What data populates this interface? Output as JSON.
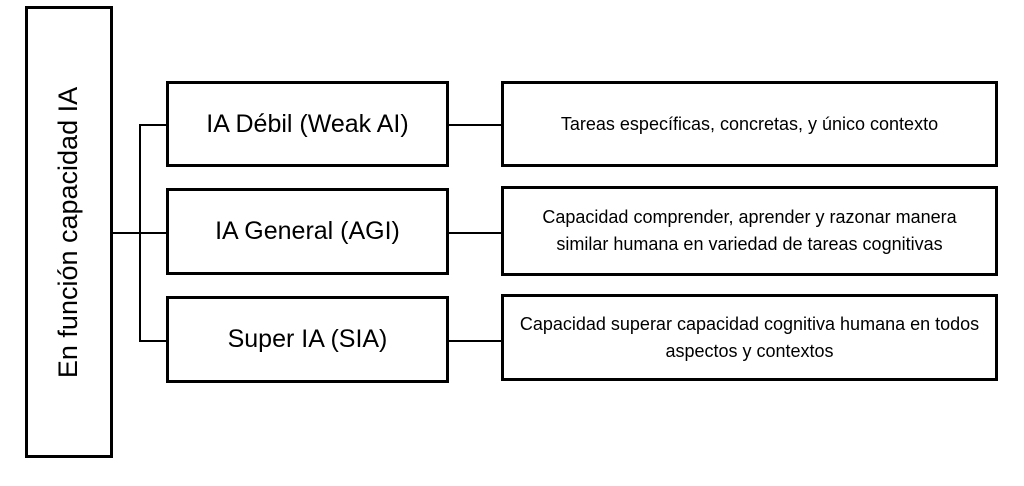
{
  "root": {
    "label": "En función capacidad IA"
  },
  "categories": [
    {
      "label": "IA Débil (Weak AI)",
      "description": "Tareas específicas, concretas, y único contexto"
    },
    {
      "label": "IA General (AGI)",
      "description": "Capacidad comprender, aprender y razonar manera similar humana en variedad de tareas cognitivas"
    },
    {
      "label": "Super IA (SIA)",
      "description": "Capacidad superar capacidad cognitiva humana en todos aspectos y contextos"
    }
  ]
}
